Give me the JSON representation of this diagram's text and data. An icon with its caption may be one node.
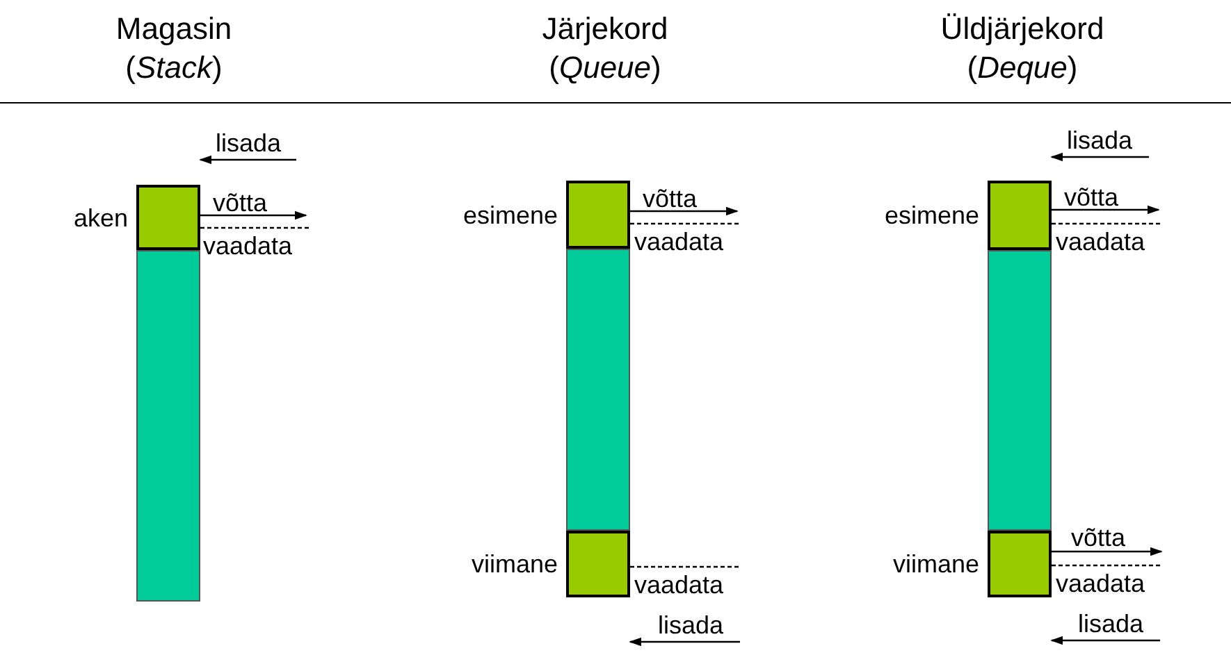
{
  "diagram": {
    "nodes": [
      {
        "text": [],
        "shape": "bar"
      },
      {
        "text": [],
        "shape": "box",
        "beside": [
          "aken"
        ]
      },
      {
        "text": [],
        "shape": "bar"
      },
      {
        "text": [],
        "shape": "box",
        "beside": [
          "esimene"
        ]
      },
      {
        "text": [],
        "shape": "box",
        "beside": [
          "viimane"
        ]
      },
      {
        "text": [],
        "shape": "bar"
      },
      {
        "text": [],
        "shape": "box",
        "beside": [
          "esimene"
        ]
      },
      {
        "text": [],
        "shape": "box",
        "beside": [
          "viimane"
        ]
      }
    ],
    "edges": [
      {
        "from": null,
        "to": 1,
        "arrow": "to",
        "label": "lisada"
      },
      {
        "from": 1,
        "to": null,
        "arrow": "to",
        "label": "võtta"
      },
      {
        "from": 1,
        "to": null,
        "arrow": "none",
        "label": "vaadata",
        "style": "dashed"
      },
      {
        "from": 3,
        "to": null,
        "arrow": "to",
        "label": "võtta"
      },
      {
        "from": 3,
        "to": null,
        "arrow": "none",
        "label": "vaadata",
        "style": "dashed"
      },
      {
        "from": 4,
        "to": null,
        "arrow": "none",
        "label": "vaadata",
        "style": "dashed"
      },
      {
        "from": null,
        "to": 4,
        "arrow": "to",
        "label": "lisada"
      },
      {
        "from": null,
        "to": 6,
        "arrow": "to",
        "label": "lisada"
      },
      {
        "from": 6,
        "to": null,
        "arrow": "to",
        "label": "võtta"
      },
      {
        "from": 6,
        "to": null,
        "arrow": "none",
        "label": "vaadata",
        "style": "dashed"
      },
      {
        "from": 7,
        "to": null,
        "arrow": "to",
        "label": "võtta"
      },
      {
        "from": 7,
        "to": null,
        "arrow": "none",
        "label": "vaadata",
        "style": "dashed"
      },
      {
        "from": null,
        "to": 7,
        "arrow": "to",
        "label": "lisada"
      }
    ],
    "labels": [
      "Magasin",
      "Järjekord",
      "Üldjärjekord",
      "(*Stack*)",
      "(*Queue*)",
      "(*Deque*)"
    ]
  }
}
